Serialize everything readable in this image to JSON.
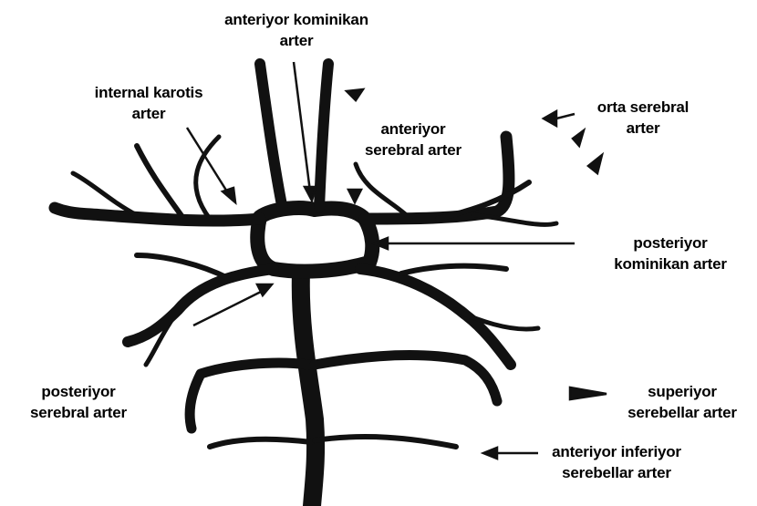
{
  "labels": {
    "anterior_communicating": [
      "anteriyor kominikan",
      "arter"
    ],
    "internal_carotid": [
      "internal karotis",
      "arter"
    ],
    "anterior_cerebral": [
      "anteriyor",
      "serebral arter"
    ],
    "middle_cerebral": [
      "orta serebral",
      "arter"
    ],
    "posterior_communicating": [
      "posteriyor",
      "kominikan arter"
    ],
    "posterior_cerebral": [
      "posteriyor",
      "serebral arter"
    ],
    "superior_cerebellar": [
      "superiyor",
      "serebellar arter"
    ],
    "anterior_inferior_cerebellar": [
      "anteriyor inferiyor",
      "serebellar arter"
    ]
  },
  "colors": {
    "vessel": "#111111",
    "background": "#ffffff"
  }
}
